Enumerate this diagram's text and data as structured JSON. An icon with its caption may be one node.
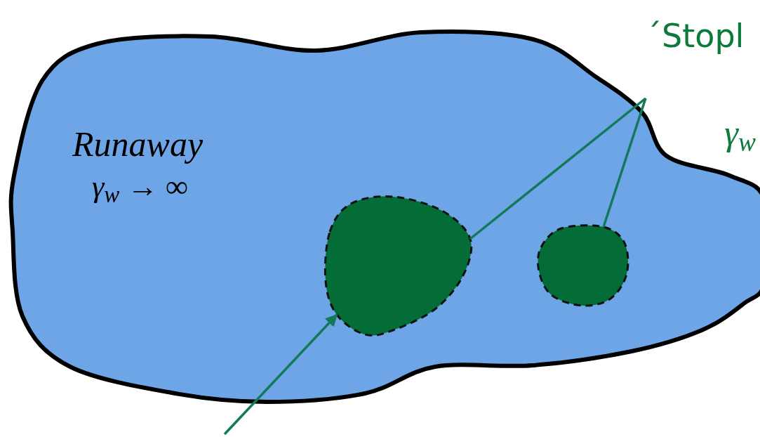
{
  "diagram": {
    "nodes": [
      {
        "text": [
          "Runaway",
          "γ$_{w}$ → ∞"
        ]
      },
      {
        "text": [],
        "shape": "circle",
        "in": 0
      },
      {
        "text": [],
        "shape": "circle",
        "in": 0
      },
      {
        "text": [
          "´Stopl",
          "γ$_{w}$"
        ]
      }
    ],
    "edges": [
      {
        "from": 3,
        "to": 1,
        "arrow": "none"
      },
      {
        "from": 3,
        "to": 2,
        "arrow": "none"
      },
      {
        "from": null,
        "to": 1,
        "arrow": "to"
      }
    ]
  }
}
